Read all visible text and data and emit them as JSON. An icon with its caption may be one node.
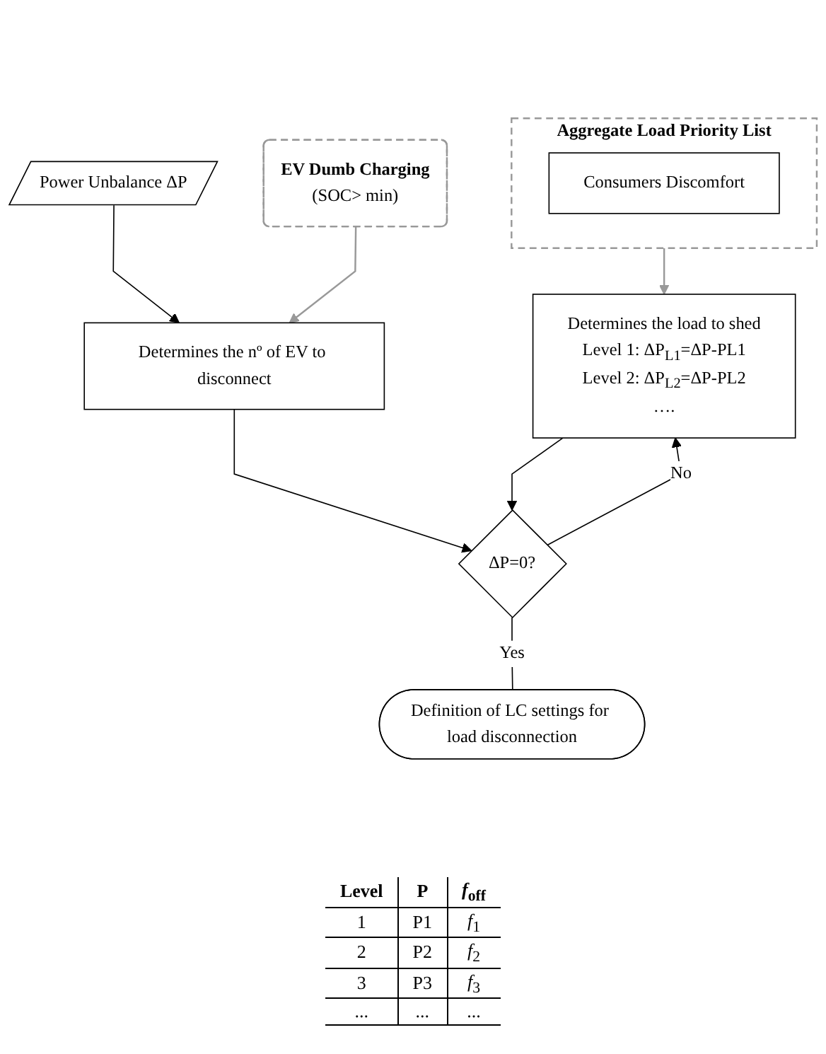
{
  "diagram": {
    "nodes": [
      {
        "text": [
          "Power Unbalance ΔP"
        ]
      },
      {
        "text": [
          "EV Dumb Charging",
          "(SOC> min)"
        ]
      },
      {
        "text": [
          "Determines the nº of EV to disconnect"
        ]
      },
      {
        "text": [
          "ΔP=0?"
        ]
      },
      {
        "text": [
          "Definition of LC settings for load disconnection"
        ]
      },
      {
        "text": [
          "Determines the load to shed",
          "Level 1: ΔP$_{L1}$=ΔP-PL1",
          "Level 2: ΔP$_{L2}$=ΔP-PL2",
          "…."
        ]
      },
      {
        "text": [
          "Aggregate Load Priority List"
        ]
      },
      {
        "text": [
          "Consumers Discomfort"
        ],
        "in": 6
      }
    ],
    "edges": [
      {
        "from": 0,
        "to": 2,
        "arrow": "to"
      },
      {
        "from": 1,
        "to": 2,
        "arrow": "to",
        "color": "#999999"
      },
      {
        "from": 2,
        "to": 3,
        "arrow": "to"
      },
      {
        "from": 3,
        "to": 4,
        "arrow": "none",
        "label": "Yes"
      },
      {
        "from": 3,
        "to": 5,
        "arrow": "to",
        "label": "No"
      },
      {
        "from": 5,
        "to": 3,
        "arrow": "to"
      },
      {
        "from": 6,
        "to": 5,
        "arrow": "to",
        "color": "#999999"
      }
    ],
    "labels": [
      "Level",
      "P",
      "*f*$_{off}$",
      "1",
      "P1",
      "*f*$_{1}$",
      "2",
      "P2",
      "*f*$_{2}$",
      "3",
      "P3",
      "*f*$_{3}$",
      "...",
      "...",
      "..."
    ]
  }
}
